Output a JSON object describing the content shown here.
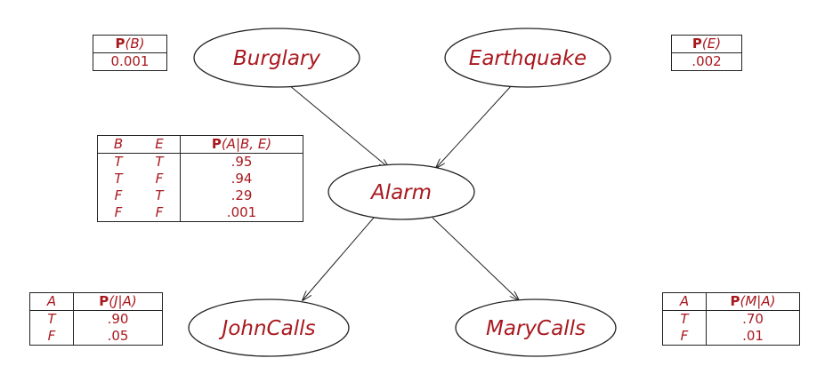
{
  "nodes": {
    "burglary": "Burglary",
    "earthquake": "Earthquake",
    "alarm": "Alarm",
    "johncalls": "JohnCalls",
    "marycalls": "MaryCalls"
  },
  "cpt_b": {
    "p": "P",
    "arg": "(B)",
    "value": "0.001"
  },
  "cpt_e": {
    "p": "P",
    "arg": "(E)",
    "value": ".002"
  },
  "cpt_a": {
    "h1": "B",
    "h2": "E",
    "p": "P",
    "arg": "(A|B, E)",
    "rows": [
      {
        "b": "T",
        "e": "T",
        "v": ".95"
      },
      {
        "b": "T",
        "e": "F",
        "v": ".94"
      },
      {
        "b": "F",
        "e": "T",
        "v": ".29"
      },
      {
        "b": "F",
        "e": "F",
        "v": ".001"
      }
    ]
  },
  "cpt_j": {
    "h1": "A",
    "p": "P",
    "arg": "(J|A)",
    "rows": [
      {
        "a": "T",
        "v": ".90"
      },
      {
        "a": "F",
        "v": ".05"
      }
    ]
  },
  "cpt_m": {
    "h1": "A",
    "p": "P",
    "arg": "(M|A)",
    "rows": [
      {
        "a": "T",
        "v": ".70"
      },
      {
        "a": "F",
        "v": ".01"
      }
    ]
  },
  "colors": {
    "text": "#a8191f",
    "line": "#222222"
  }
}
